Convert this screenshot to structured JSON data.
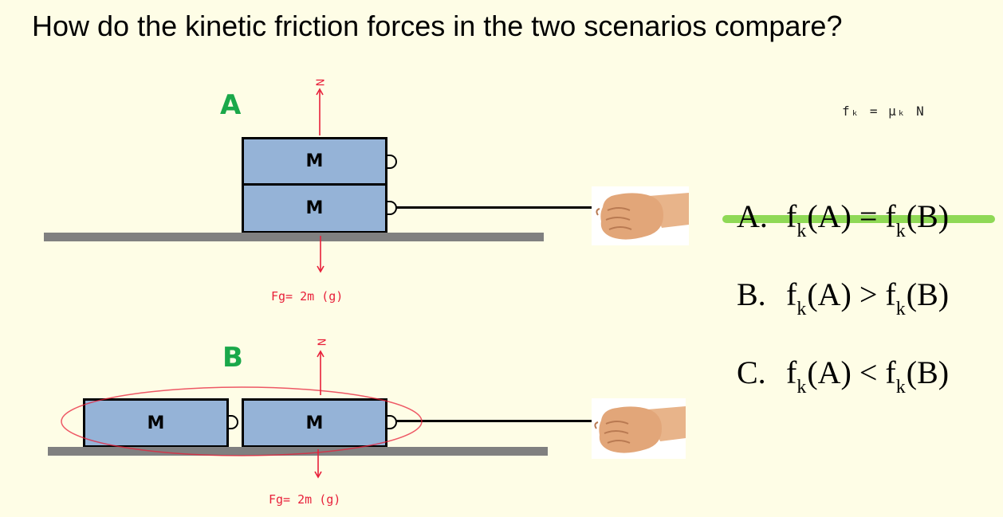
{
  "question": "How do the kinetic friction forces in the two scenarios compare?",
  "scenario_a": {
    "label": "A",
    "blocks": [
      "M",
      "M"
    ],
    "normal_label": "N",
    "weight_label": "Fg= 2m (g)"
  },
  "scenario_b": {
    "label": "B",
    "blocks": [
      "M",
      "M"
    ],
    "normal_label": "N",
    "weight_label": "Fg= 2m (g)"
  },
  "formula_note": "fₖ = μₖ N",
  "choices": [
    {
      "letter": "A.",
      "lhs": "f",
      "lhs_arg": "(A)",
      "op": "=",
      "rhs": "f",
      "rhs_arg": "(B)",
      "sub": "k",
      "highlighted": true
    },
    {
      "letter": "B.",
      "lhs": "f",
      "lhs_arg": "(A)",
      "op": ">",
      "rhs": "f",
      "rhs_arg": "(B)",
      "sub": "k",
      "highlighted": false
    },
    {
      "letter": "C.",
      "lhs": "f",
      "lhs_arg": "(A)",
      "op": "<",
      "rhs": "f",
      "rhs_arg": "(B)",
      "sub": "k",
      "highlighted": false
    }
  ],
  "colors": {
    "label_green": "#1aa84a",
    "force_red": "#e8203a",
    "block_blue": "#95b3d7",
    "floor_gray": "#808080",
    "highlight_green": "#7bd23c",
    "background": "#fefde6"
  }
}
